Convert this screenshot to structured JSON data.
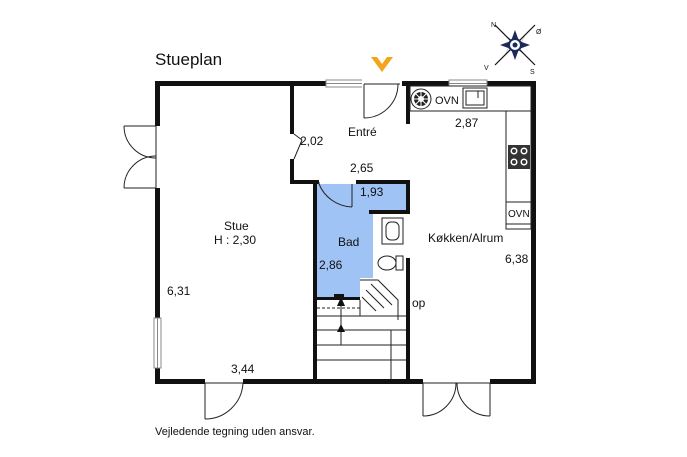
{
  "title": "Stueplan",
  "disclaimer": "Vejledende tegning uden ansvar.",
  "compass": {
    "n": "N",
    "e": "Ø",
    "s": "S",
    "w": "V"
  },
  "colors": {
    "wall": "#111111",
    "bathroom": "#9fc3f5",
    "entry_marker": "#f2a51a",
    "window": "#cfcfcf"
  },
  "rooms": {
    "entre": {
      "name": "Entré",
      "dim_top": "2,65",
      "dim_left": "2,02"
    },
    "stue": {
      "name": "Stue",
      "height": "H : 2,30",
      "dim_side": "6,31",
      "dim_bottom": "3,44"
    },
    "bad": {
      "name": "Bad",
      "dim_top": "1,93",
      "dim_side": "2,86"
    },
    "kokken": {
      "name": "Køkken/Alrum",
      "dim_top": "2,87",
      "dim_side": "6,38"
    }
  },
  "appliances": {
    "oven_top": "OVN",
    "oven_right": "OVN"
  },
  "stairs": {
    "label": "op"
  }
}
